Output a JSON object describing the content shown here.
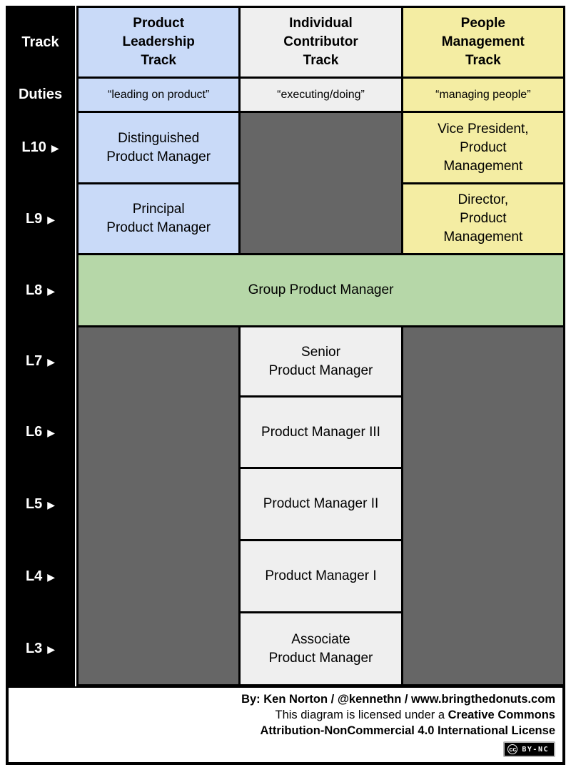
{
  "colors": {
    "leadership": "#c9daf8",
    "individual_contributor": "#efefef",
    "management": "#f4eda3",
    "shared_level": "#b6d7a8",
    "not_applicable": "#666666",
    "frame": "#000000"
  },
  "left_column": {
    "track": "Track",
    "duties": "Duties",
    "levels": [
      {
        "label": "L10",
        "arrow": "▶"
      },
      {
        "label": "L9",
        "arrow": "▶"
      },
      {
        "label": "L8",
        "arrow": "▶"
      },
      {
        "label": "L7",
        "arrow": "▶"
      },
      {
        "label": "L6",
        "arrow": "▶"
      },
      {
        "label": "L5",
        "arrow": "▶"
      },
      {
        "label": "L4",
        "arrow": "▶"
      },
      {
        "label": "L3",
        "arrow": "▶"
      }
    ]
  },
  "header": {
    "tracks": [
      {
        "title": "Product\nLeadership\nTrack",
        "duties": "“leading on product”"
      },
      {
        "title": "Individual\nContributor\nTrack",
        "duties": "“executing/doing”"
      },
      {
        "title": "People\nManagement\nTrack",
        "duties": "“managing people”"
      }
    ]
  },
  "cells": {
    "leadership": {
      "l10": "Distinguished\nProduct Manager",
      "l9": "Principal\nProduct Manager"
    },
    "management": {
      "l10": "Vice President,\nProduct\nManagement",
      "l9": "Director,\nProduct\nManagement"
    },
    "shared_l8": "Group Product Manager",
    "individual_contributor": {
      "l7": "Senior\nProduct Manager",
      "l6": "Product Manager III",
      "l5": "Product Manager II",
      "l4": "Product Manager I",
      "l3": "Associate\nProduct Manager"
    }
  },
  "footer": {
    "byline": "By: Ken Norton / @kennethn / www.bringthedonuts.com",
    "license_prefix": "This diagram is licensed under a ",
    "license_bold": "Creative Commons",
    "license_line2": "Attribution-NonCommercial 4.0 International License",
    "badge": {
      "cc": "cc",
      "label": "BY-NC"
    }
  }
}
